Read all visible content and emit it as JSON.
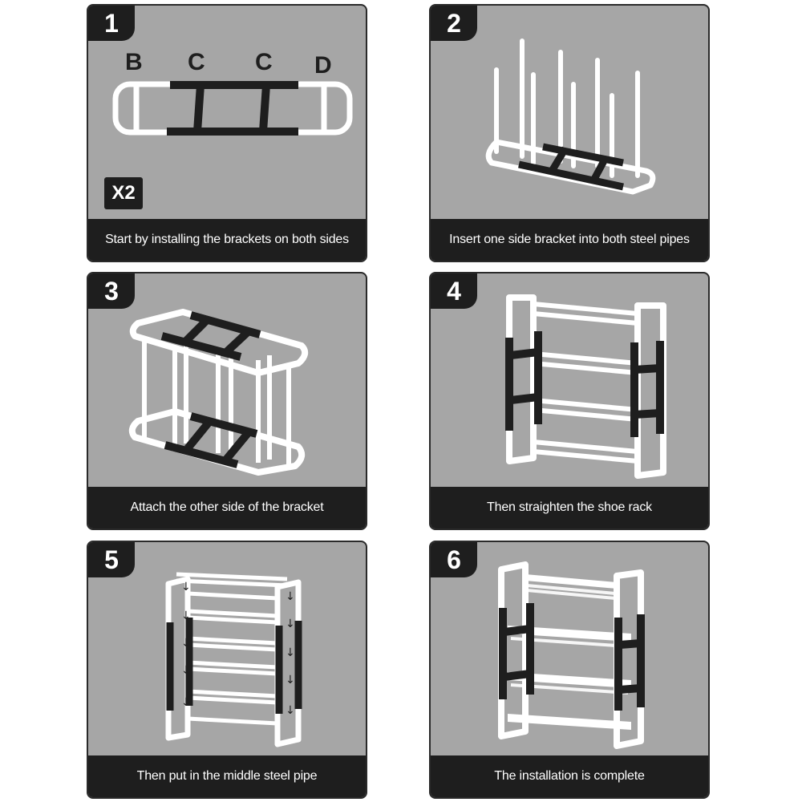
{
  "steps": [
    {
      "number": "1",
      "caption": "Start by installing the brackets on both sides",
      "part_labels": [
        "B",
        "C",
        "C",
        "D"
      ],
      "multiplier": "X2"
    },
    {
      "number": "2",
      "caption": "Insert one side bracket into both steel pipes"
    },
    {
      "number": "3",
      "caption": "Attach the other side of the bracket"
    },
    {
      "number": "4",
      "caption": "Then straighten the shoe rack"
    },
    {
      "number": "5",
      "caption": "Then put in the middle steel pipe"
    },
    {
      "number": "6",
      "caption": "The installation is complete"
    }
  ],
  "colors": {
    "panel_bg": "#a6a6a6",
    "dark": "#1e1e1e",
    "tube": "#ffffff"
  }
}
